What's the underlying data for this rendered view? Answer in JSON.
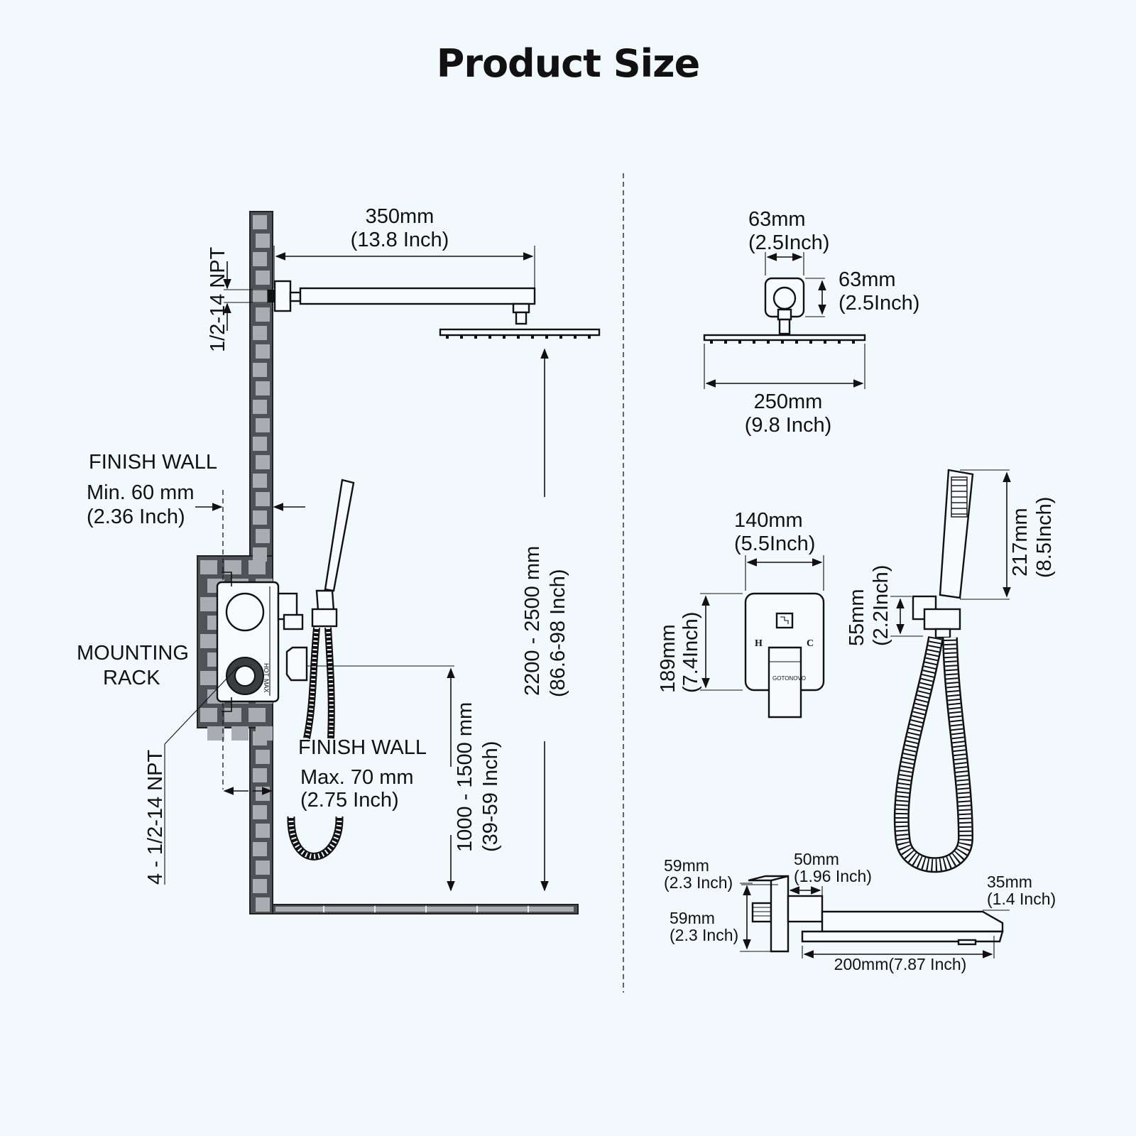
{
  "title": "Product Size",
  "left": {
    "arm_length": {
      "mm": "350mm",
      "inch": "(13.8 Inch)"
    },
    "inlet_thread": "1/2-14 NPT",
    "finish_wall_top": {
      "label": "FINISH   WALL",
      "value": "Min. 60 mm",
      "inch": "(2.36 Inch)"
    },
    "mounting_rack": {
      "line1": "MOUNTING",
      "line2": "RACK"
    },
    "rack_thread": "4 - 1/2-14 NPT",
    "finish_wall_bottom": {
      "label": "FINISH  WALL",
      "value": "Max. 70 mm",
      "inch": "(2.75 Inch)"
    },
    "shower_height": {
      "mm": "2200 - 2500 mm",
      "inch": "(86.6-98 Inch)"
    },
    "valve_height": {
      "mm": "1000 - 1500 mm",
      "inch": "(39-59 Inch)"
    },
    "valve_marks": {
      "hot": "HOT",
      "max": "MAX"
    }
  },
  "right": {
    "flange_width": {
      "mm": "63mm",
      "inch": "(2.5Inch)"
    },
    "flange_height": {
      "mm": "63mm",
      "inch": "(2.5Inch)"
    },
    "head_width": {
      "mm": "250mm",
      "inch": "(9.8 Inch)"
    },
    "trim_width": {
      "mm": "140mm",
      "inch": "(5.5Inch)"
    },
    "trim_height": {
      "mm": "189mm",
      "inch": "(7.4Inch)"
    },
    "trim_marks": {
      "hot": "H",
      "cold": "C",
      "brand": "GOTONOVO"
    },
    "handheld_length": {
      "mm": "217mm",
      "inch": "(8.5Inch)"
    },
    "holder_height": {
      "mm": "55mm",
      "inch": "(2.2Inch)"
    },
    "spout_flange_width": {
      "mm": "59mm",
      "inch": "(2.3 Inch)"
    },
    "spout_flange_height": {
      "mm": "59mm",
      "inch": "(2.3 Inch)"
    },
    "spout_depth": {
      "mm": "50mm",
      "inch": "(1.96 Inch)"
    },
    "spout_height": {
      "mm": "35mm",
      "inch": "(1.4 Inch)"
    },
    "spout_length": "200mm(7.87 Inch)"
  }
}
